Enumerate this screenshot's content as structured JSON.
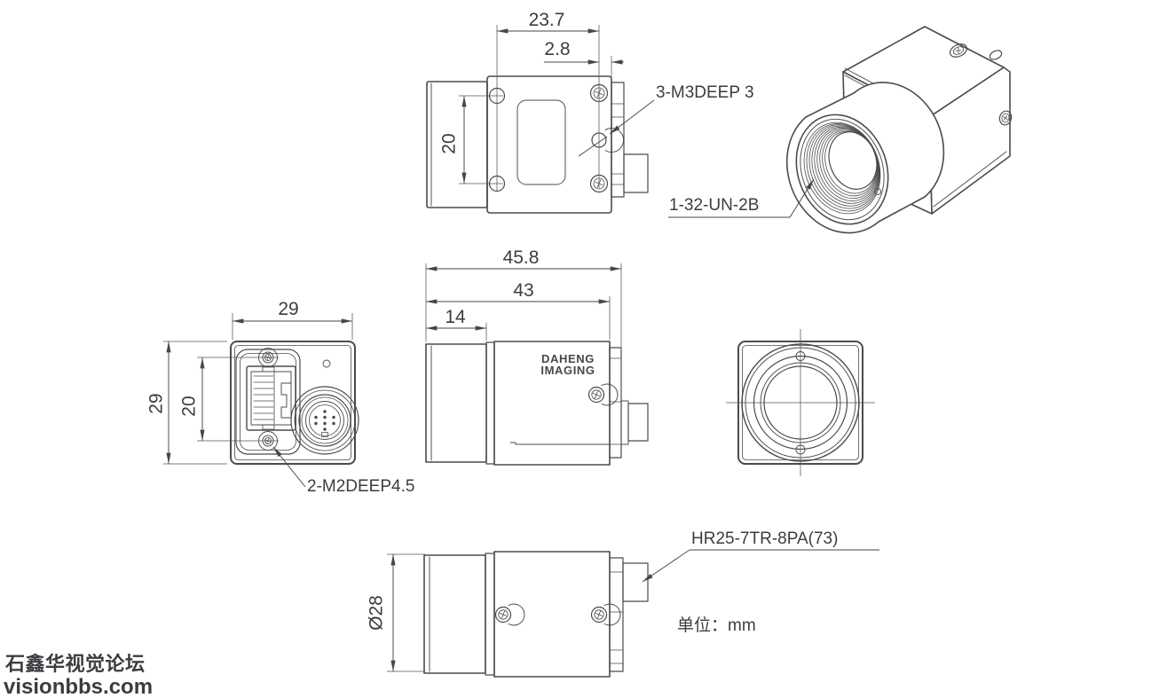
{
  "colors": {
    "line": "#4b4b4f",
    "dimension": "#46464a",
    "text": "#3d3d41",
    "watermark": "#0d0dee",
    "background": "#ffffff"
  },
  "watermark": {
    "line1": "石鑫华视觉论坛",
    "line2": "visionbbs.com"
  },
  "notes": {
    "units": "单位：mm"
  },
  "views": {
    "top": {
      "dims": {
        "mount_width": "23.7",
        "edge_offset": "2.8",
        "hole_spacing": "20"
      },
      "labels": {
        "screw_spec": "3-M3DEEP 3"
      }
    },
    "iso": {
      "labels": {
        "lens_thread_spec": "1-32-UN-2B"
      }
    },
    "back": {
      "dims": {
        "width": "29",
        "height": "29",
        "screw_spacing": "20"
      },
      "labels": {
        "screw_spec": "2-M2DEEP4.5"
      }
    },
    "side": {
      "dims": {
        "total_length": "45.8",
        "body_length": "43",
        "mount_length": "14"
      },
      "logo": {
        "line1": "DAHENG",
        "line2": "IMAGING"
      }
    },
    "bottom": {
      "dims": {
        "diameter": "Ø28"
      },
      "labels": {
        "connector_spec": "HR25-7TR-8PA(73)"
      }
    }
  }
}
